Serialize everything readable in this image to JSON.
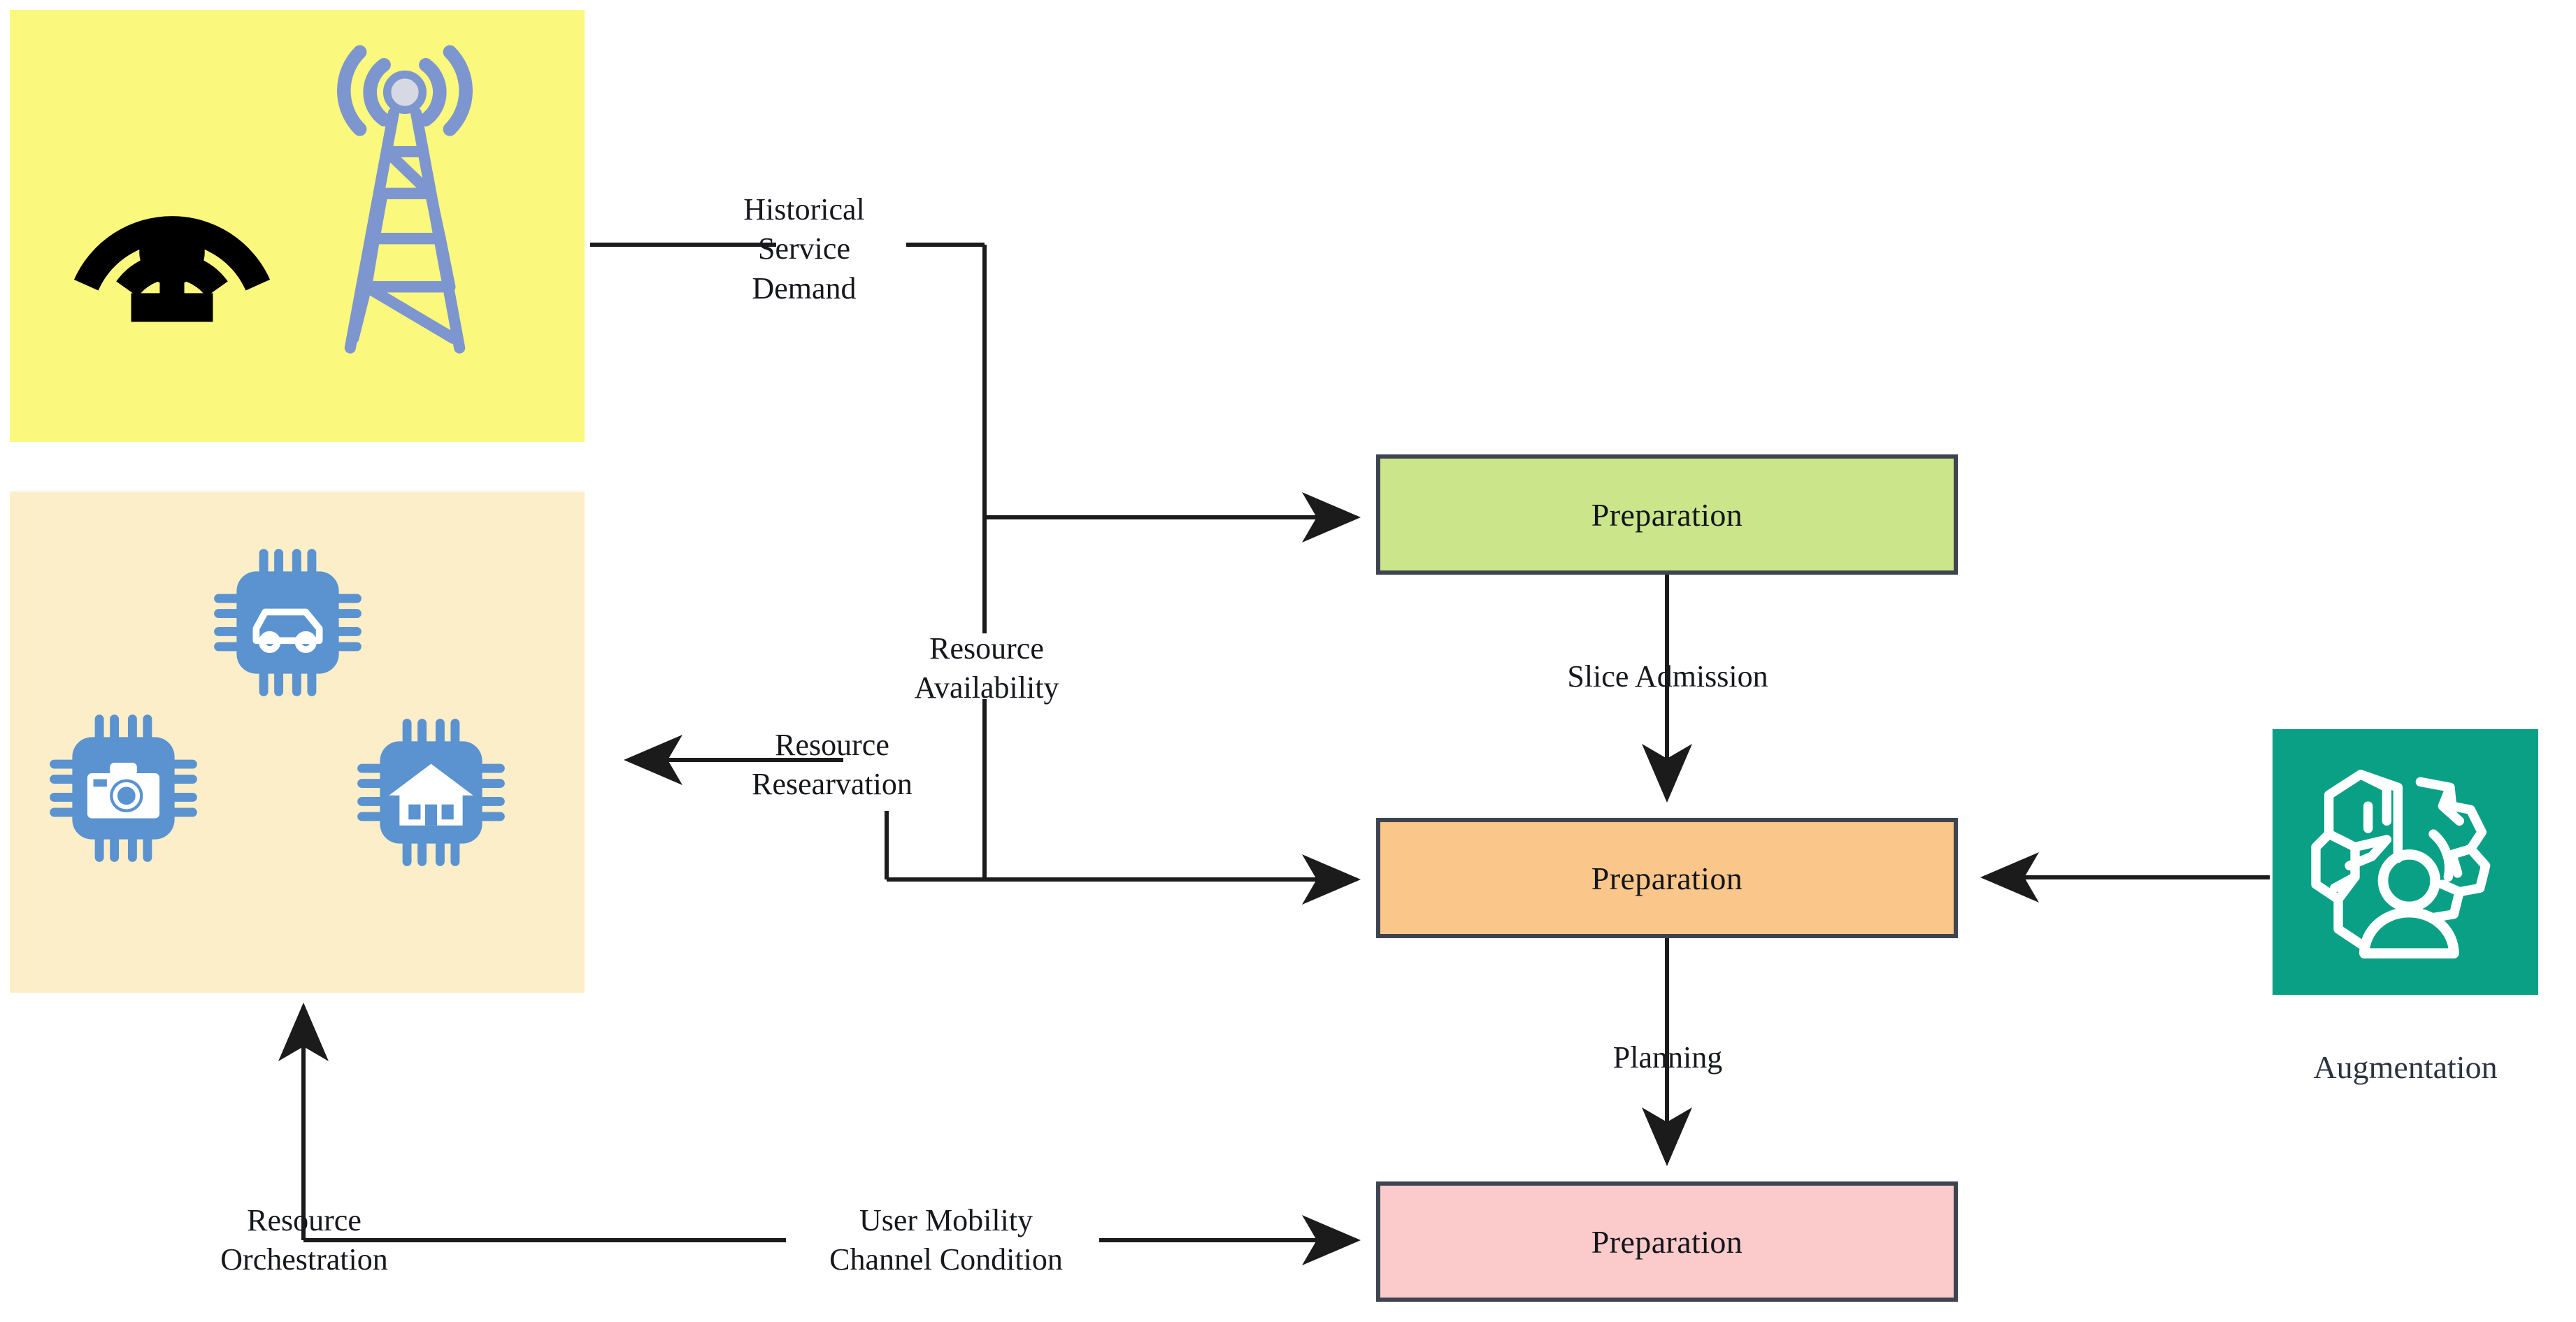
{
  "diagram": {
    "title": "Network Slicing Lifecycle Flow",
    "panels": {
      "radio_access": {
        "name": "radio-access-panel",
        "background": "#fbf87e",
        "icons": [
          "broadcast-antenna-icon",
          "cell-tower-icon"
        ]
      },
      "edge_resources": {
        "name": "edge-resources-panel",
        "background": "#fdeeca",
        "icons": [
          "vehicle-chip-icon",
          "camera-chip-icon",
          "home-chip-icon"
        ]
      },
      "augmentation": {
        "name": "augmentation-panel",
        "background": "#0aa085",
        "icon": "ai-human-gear-icon",
        "label": "Augmentation"
      }
    },
    "process_boxes": [
      {
        "id": "preparation-green",
        "label": "Preparation",
        "fill": "#cbe68a",
        "stroke": "#3d4450"
      },
      {
        "id": "preparation-orange",
        "label": "Preparation",
        "fill": "#fbc68a",
        "stroke": "#3d4450"
      },
      {
        "id": "preparation-pink",
        "label": "Preparation",
        "fill": "#fbcbcb",
        "stroke": "#3d4450"
      }
    ],
    "edge_labels": {
      "historical_service_demand": "Historical\nService\nDemand",
      "resource_availability": "Resource\nAvailability",
      "resource_researvation": "Resource\nResearvation",
      "slice_admission": "Slice Admission",
      "planning": "Planning",
      "resource_orchestration": "Resource\nOrchestration",
      "user_mobility_channel_condition": "User Mobility\nChannel Condition"
    },
    "colors": {
      "yellow_panel": "#fbf87e",
      "beige_panel": "#fdeeca",
      "teal_panel": "#0aa085",
      "green_box": "#cbe68a",
      "orange_box": "#fbc68a",
      "pink_box": "#fbcbcb",
      "box_border": "#3d4450",
      "wire": "#1b1b1b",
      "tower_blue": "#7d96cf",
      "chip_blue": "#5a93cf",
      "text": "#16181d"
    }
  }
}
